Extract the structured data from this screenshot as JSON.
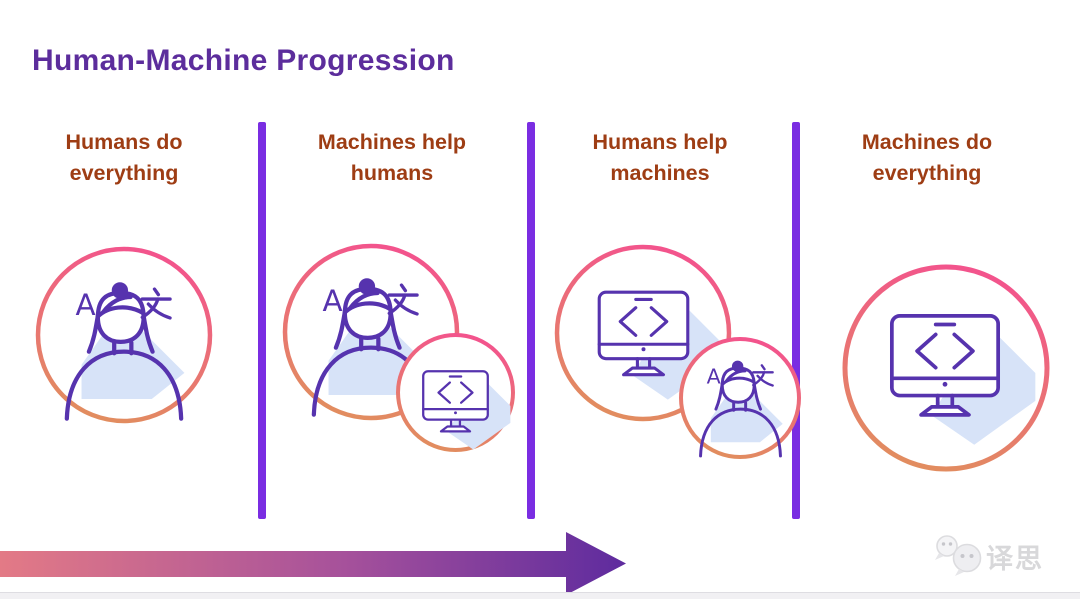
{
  "title": "Human-Machine Progression",
  "stages": [
    {
      "label": "Humans do everything",
      "icon": "human-translator-circle"
    },
    {
      "label": "Machines help humans",
      "icon": "human-translator-with-small-machine-circle"
    },
    {
      "label": "Humans help machines",
      "icon": "machine-with-small-human-translator-circle"
    },
    {
      "label": "Machines do everything",
      "icon": "machine-code-circle"
    }
  ],
  "icon_glyphs": {
    "latin_letter": "A",
    "hanzi_letter": "文",
    "code_symbol": "<>"
  },
  "watermark": {
    "text": "译思",
    "icon": "chat-bubbles-logo"
  },
  "colors": {
    "title": "#5c2d9c",
    "stage_label": "#9e3d14",
    "divider": "#7a2de2",
    "ring_gradient_start": "#f3538d",
    "ring_gradient_end": "#e18e5e",
    "icon_stroke": "#5633ae",
    "icon_shadow": "#d7e3f8",
    "arrow_gradient_start": "#e37a86",
    "arrow_gradient_end": "#5e2b9e",
    "watermark_gray": "#d8d8da"
  }
}
